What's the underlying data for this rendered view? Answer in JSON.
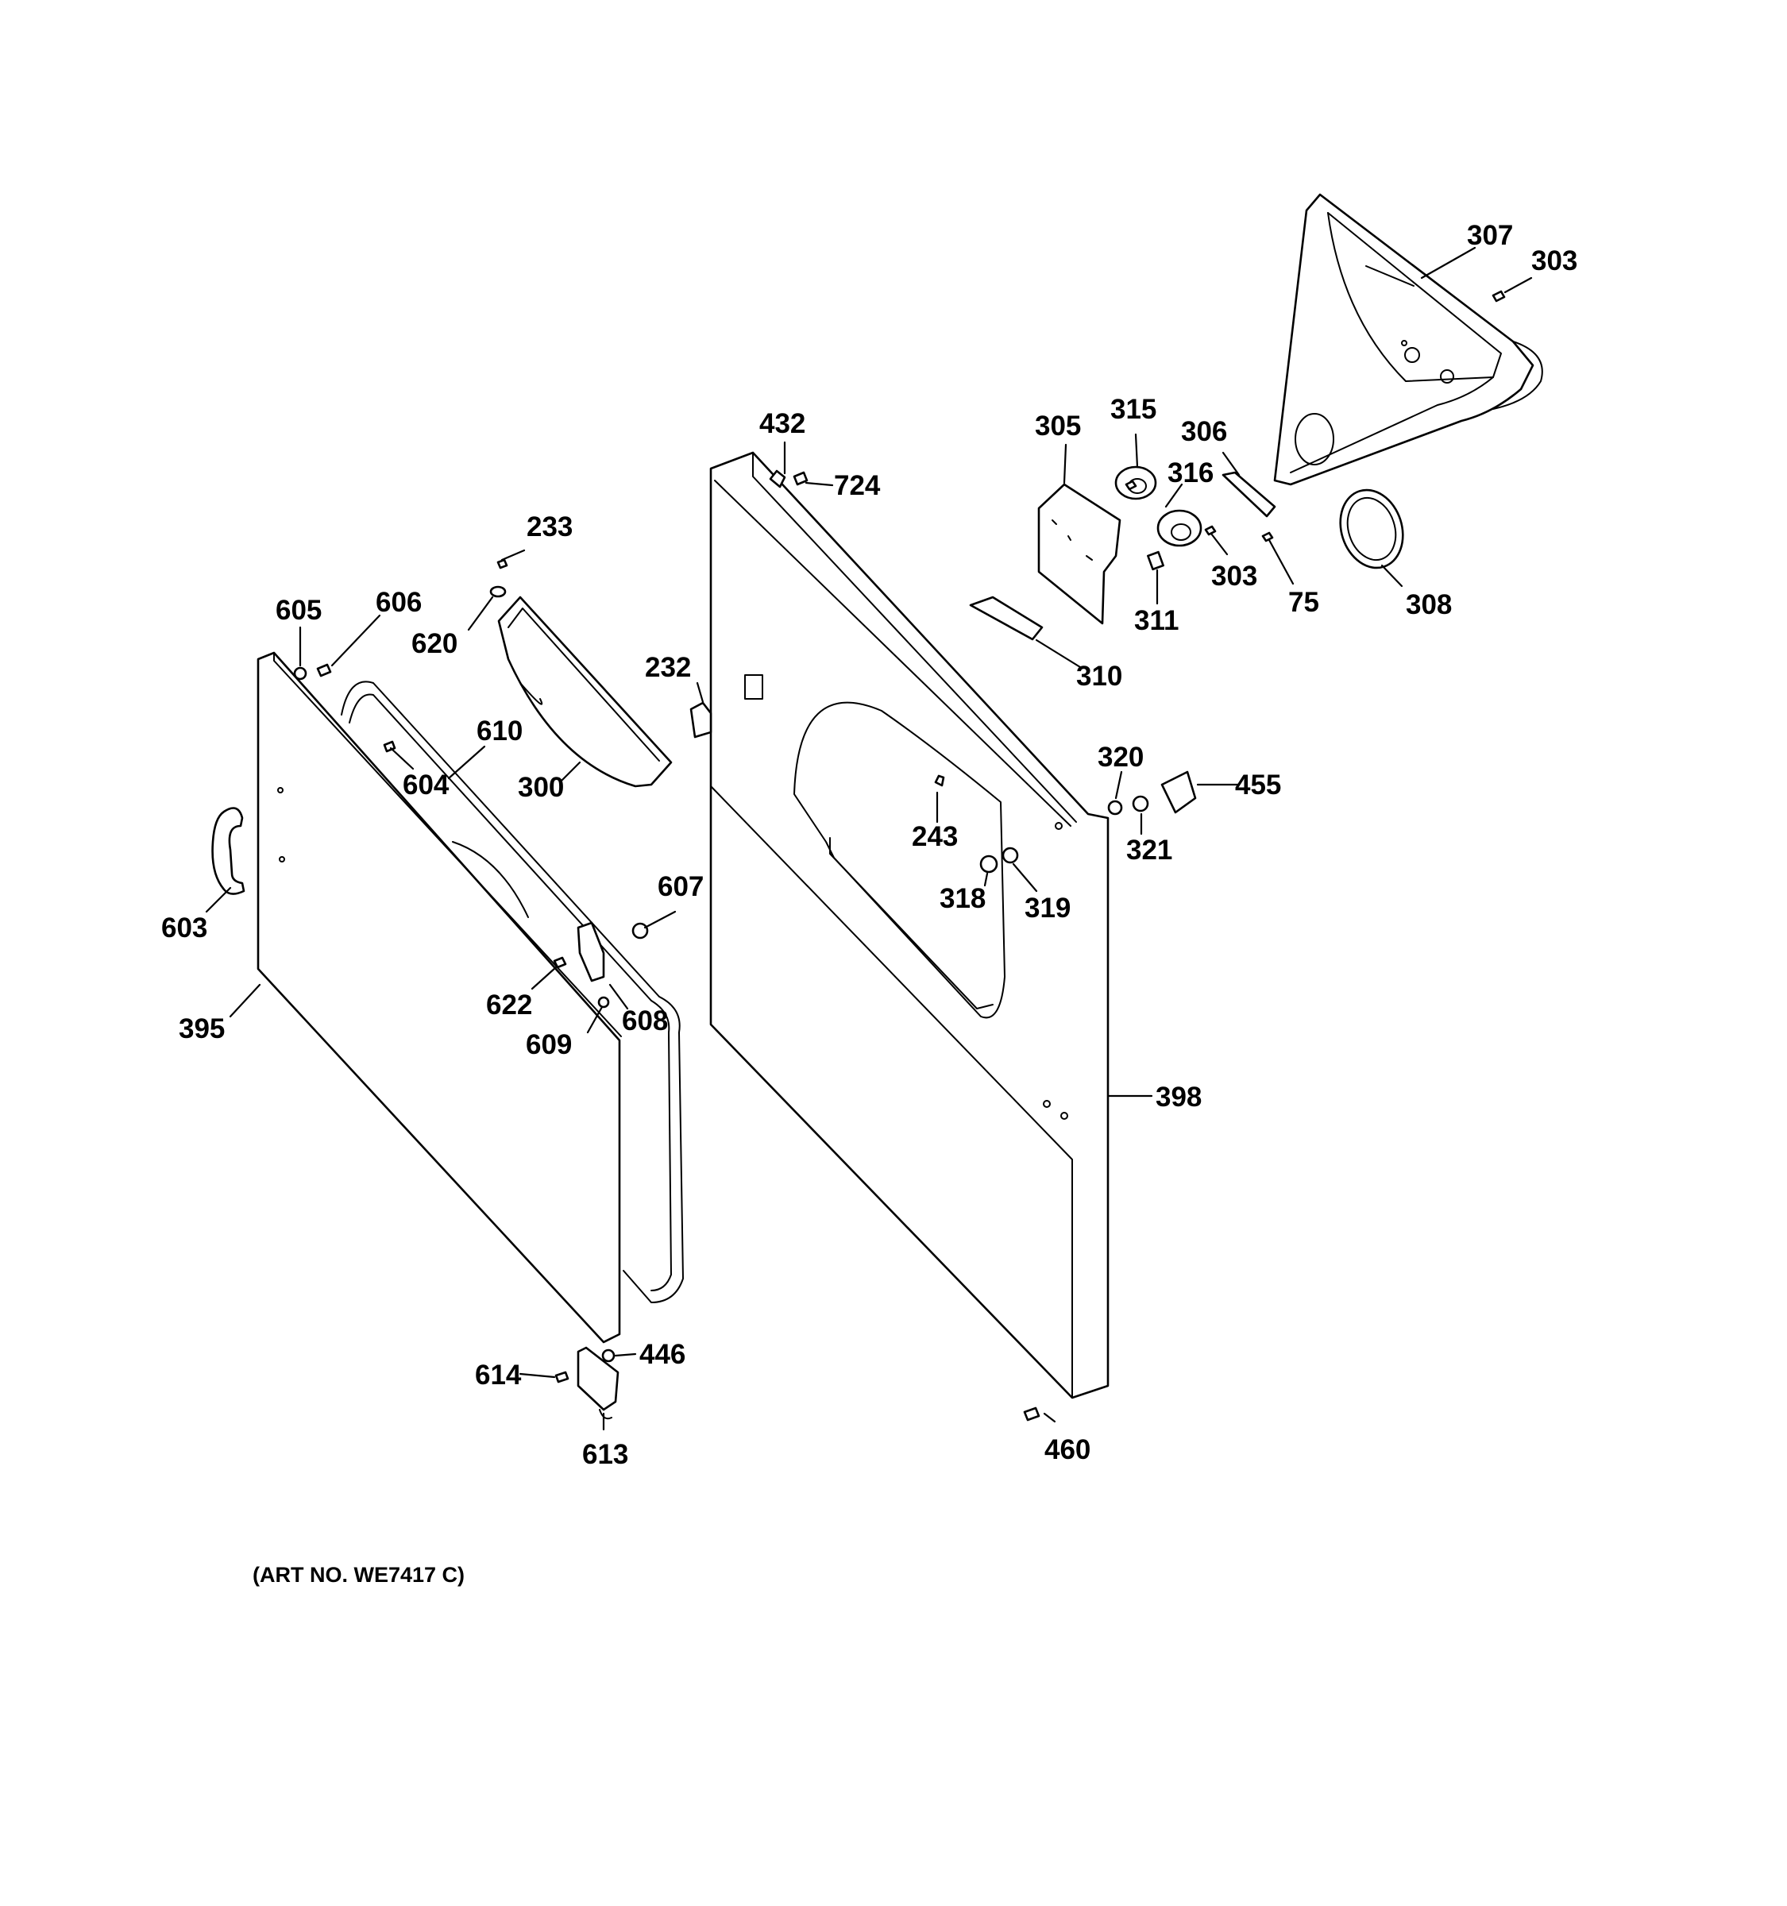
{
  "callouts": [
    "307",
    "303",
    "432",
    "724",
    "305",
    "315",
    "306",
    "316",
    "303",
    "75",
    "308",
    "311",
    "233",
    "605",
    "606",
    "620",
    "232",
    "310",
    "610",
    "604",
    "300",
    "320",
    "455",
    "243",
    "321",
    "318",
    "319",
    "607",
    "603",
    "622",
    "608",
    "395",
    "609",
    "398",
    "446",
    "614",
    "613",
    "460"
  ],
  "art_number": "(ART NO. WE7417 C)"
}
